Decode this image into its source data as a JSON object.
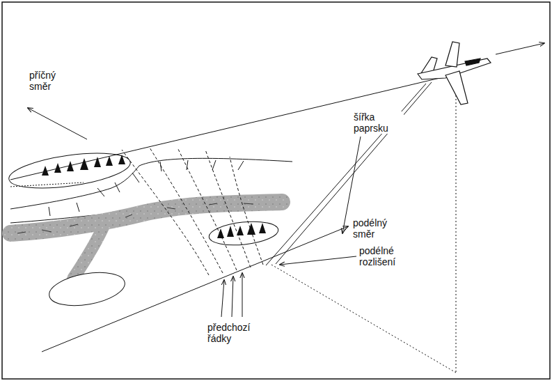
{
  "diagram": {
    "labels": [
      "příčný směr",
      "šířka paprsku",
      "podélný směr",
      "podélné rozlišení",
      "předchozí řádky"
    ]
  }
}
